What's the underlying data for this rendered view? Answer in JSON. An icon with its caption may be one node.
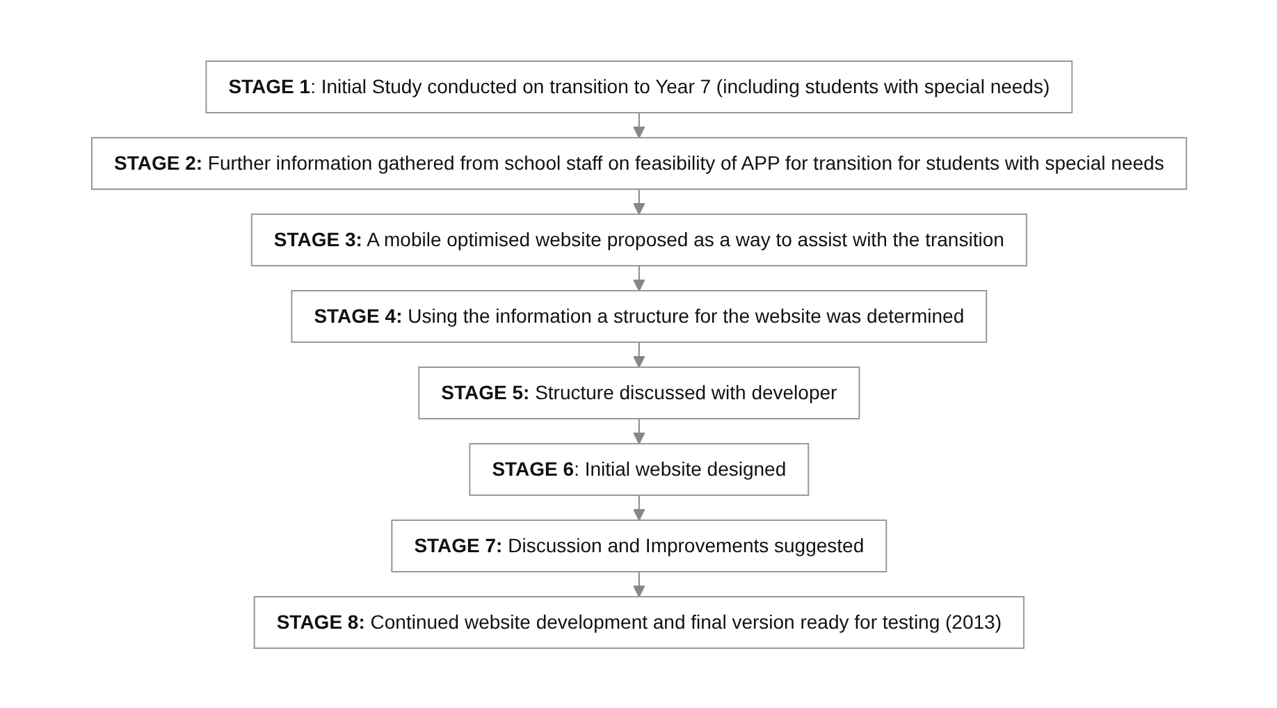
{
  "diagram": {
    "nodes": [
      {
        "text": [
          "**STAGE 1**: Initial Study conducted on transition to Year 7 (including students with special needs)"
        ]
      },
      {
        "text": [
          "**STAGE 2:** Further information gathered from school staff on feasibility of APP for transition for students with special needs"
        ]
      },
      {
        "text": [
          "**STAGE 3:** A mobile optimised website proposed as a way to assist with the transition"
        ]
      },
      {
        "text": [
          "**STAGE 4:** Using the information a structure for the website was determined"
        ]
      },
      {
        "text": [
          "**STAGE 5:** Structure discussed with developer"
        ]
      },
      {
        "text": [
          "**STAGE 6**: Initial website designed"
        ]
      },
      {
        "text": [
          "**STAGE 7:** Discussion and Improvements suggested"
        ]
      },
      {
        "text": [
          "**STAGE 8:** Continued website development and final version ready for testing (2013)"
        ]
      }
    ],
    "edges": [
      {
        "from": 0,
        "to": 1,
        "arrow": "to"
      },
      {
        "from": 1,
        "to": 2,
        "arrow": "to"
      },
      {
        "from": 2,
        "to": 3,
        "arrow": "to"
      },
      {
        "from": 3,
        "to": 4,
        "arrow": "to"
      },
      {
        "from": 4,
        "to": 5,
        "arrow": "to"
      },
      {
        "from": 5,
        "to": 6,
        "arrow": "to"
      },
      {
        "from": 6,
        "to": 7,
        "arrow": "to"
      }
    ]
  }
}
